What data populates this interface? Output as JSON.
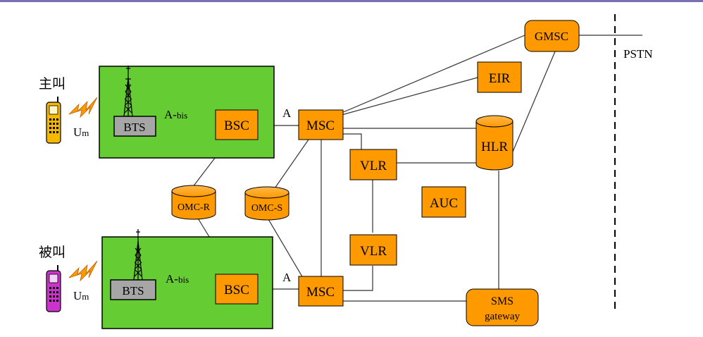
{
  "labels": {
    "caller": "主叫",
    "callee": "被叫",
    "um": "Um",
    "abis_main": "A-",
    "abis_sub": "bis",
    "a_interface": "A",
    "pstn": "PSTN"
  },
  "nodes": {
    "bts": "BTS",
    "bsc": "BSC",
    "msc": "MSC",
    "vlr": "VLR",
    "hlr": "HLR",
    "auc": "AUC",
    "eir": "EIR",
    "gmsc": "GMSC",
    "omc_r": "OMC-R",
    "omc_s": "OMC-S",
    "sms_line1": "SMS",
    "sms_line2": "gateway"
  },
  "colors": {
    "node_fill": "#ff9900",
    "cell_fill": "#66cc33",
    "bts_fill": "#a6a6a6",
    "phone_caller": "#f5b800",
    "phone_callee": "#cc33cc",
    "lightning": "#ff9900",
    "frame": "#7a6fb0"
  }
}
